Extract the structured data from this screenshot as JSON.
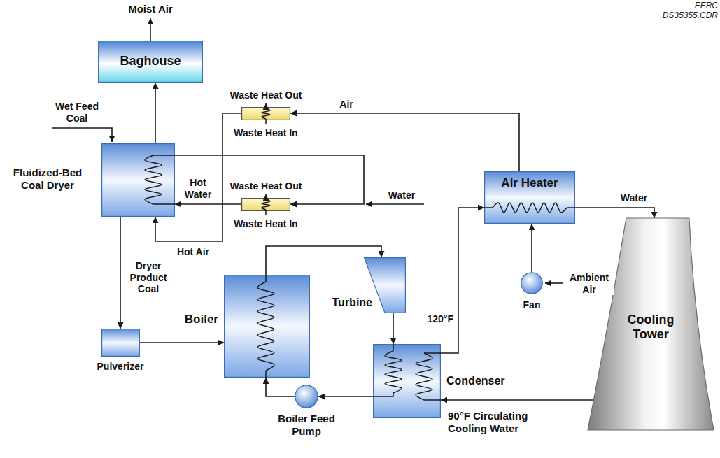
{
  "diagram": {
    "nodes": [
      {
        "text": [
          "Baghouse"
        ]
      },
      {
        "text": [
          "Waste Heat Out",
          "Waste Heat In"
        ]
      },
      {
        "text": [
          "Fluidized-Bed Coal Dryer"
        ]
      },
      {
        "text": [
          "Air Heater"
        ]
      },
      {
        "text": [
          "Waste Heat Out",
          "Waste Heat In"
        ]
      },
      {
        "text": [
          "Cooling Tower"
        ]
      },
      {
        "text": [
          "Turbine"
        ]
      },
      {
        "text": [
          "Fan"
        ]
      },
      {
        "text": [
          "Boiler"
        ]
      },
      {
        "text": [
          "Pulverizer"
        ]
      },
      {
        "text": [
          "Condenser"
        ]
      },
      {
        "text": [
          "Boiler Feed Pump"
        ]
      }
    ],
    "edges": [
      {
        "from": 2,
        "to": 0,
        "arrow": "to"
      },
      {
        "from": 3,
        "to": 1,
        "arrow": "to",
        "label": "Air"
      },
      {
        "from": 1,
        "to": 2,
        "arrow": "to",
        "label": "Hot Air"
      },
      {
        "from": 2,
        "to": 4,
        "arrow": "to"
      },
      {
        "from": 4,
        "to": 2,
        "arrow": "to",
        "label": "Hot Water"
      },
      {
        "from": 2,
        "to": 9,
        "arrow": "to",
        "label": "Dryer Product Coal"
      },
      {
        "from": 9,
        "to": 8,
        "arrow": "to"
      },
      {
        "from": 8,
        "to": 6,
        "arrow": "to"
      },
      {
        "from": 6,
        "to": 10,
        "arrow": "to"
      },
      {
        "from": 10,
        "to": 11,
        "arrow": "to"
      },
      {
        "from": 11,
        "to": 8,
        "arrow": "to"
      },
      {
        "from": 10,
        "to": 3,
        "arrow": "to",
        "label": "120°F"
      },
      {
        "from": 3,
        "to": 5,
        "arrow": "to",
        "label": "Water"
      },
      {
        "from": 5,
        "to": 10,
        "arrow": "to",
        "label": "90°F Circulating Cooling Water"
      },
      {
        "from": 7,
        "to": 3,
        "arrow": "to"
      }
    ],
    "labels": [
      "EERC DS35355.CDR",
      "Moist Air",
      "Wet Feed Coal",
      "Water",
      "Ambient Air"
    ]
  }
}
